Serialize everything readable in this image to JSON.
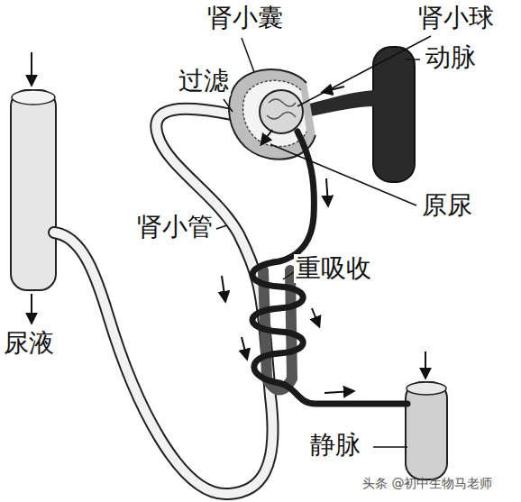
{
  "diagram": {
    "labels": [
      "肾小囊",
      "肾小球",
      "过滤",
      "动脉",
      "原尿",
      "肾小管",
      "重吸收",
      "尿液",
      "静脉",
      "头条 @初中生物马老师"
    ]
  }
}
